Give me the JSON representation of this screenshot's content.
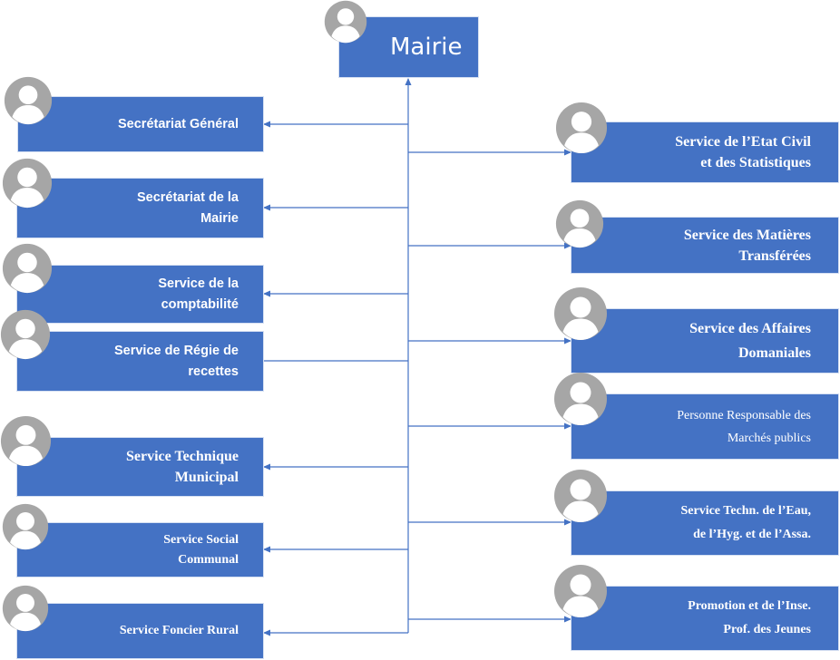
{
  "colors": {
    "box_fill": "#4472c4",
    "box_text": "#ffffff",
    "connector": "#4472c4",
    "avatar": "#a6a6a6"
  },
  "icon": "person-avatar-icon",
  "root": {
    "label": "Mairie"
  },
  "left_units": [
    {
      "label": "Secrétariat  Général"
    },
    {
      "label": "Secrétariat de la\nMairie"
    },
    {
      "label": "Service de la\ncomptabilité"
    },
    {
      "label": "Service de Régie de\nrecettes"
    },
    {
      "label": "Service Technique\nMunicipal"
    },
    {
      "label": "Service Social\nCommunal"
    },
    {
      "label": "Service Foncier Rural"
    }
  ],
  "right_units": [
    {
      "label": "Service de l’Etat Civil\net des Statistiques"
    },
    {
      "label": "Service des Matières\nTransférées"
    },
    {
      "label": "Service des Affaires\nDomaniales"
    },
    {
      "label": "Personne Responsable des\nMarchés publics"
    },
    {
      "label": "Service Techn. de l’Eau,\nde l’Hyg. et de l’Assa."
    },
    {
      "label": "Promotion et de  l’Inse.\nProf. des Jeunes"
    }
  ]
}
